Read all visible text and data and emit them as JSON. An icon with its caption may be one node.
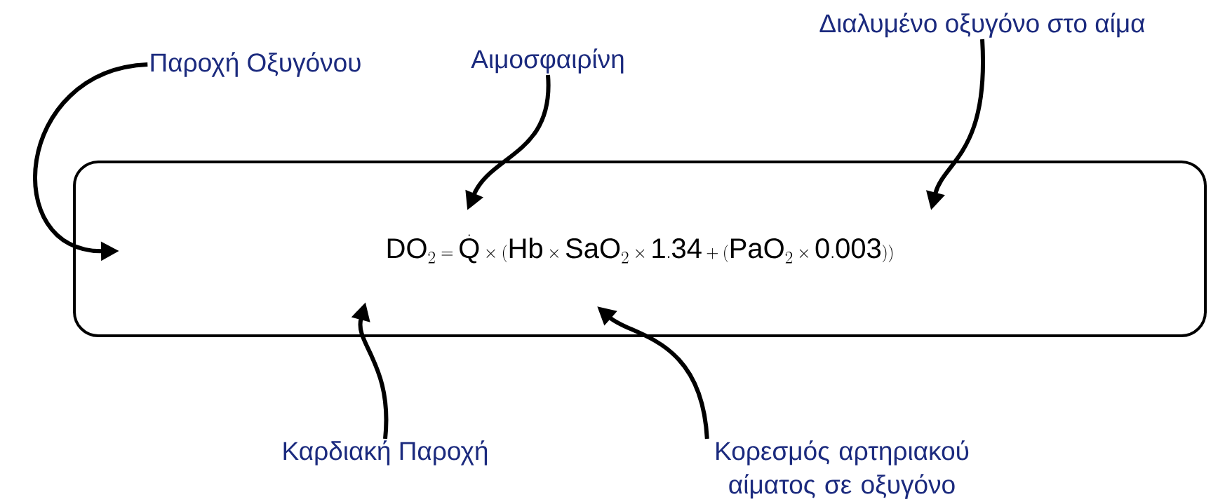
{
  "diagram": {
    "nodes": [
      {
        "text": [
          "\\mathrm{DO}_2 = \\dot{\\mathrm{Q}} \\times (\\mathrm{Hb} \\times \\mathrm{SaO}_2 \\times \\mathrm{1.34} + (\\mathrm{PaO}_2 \\times \\mathrm{0.003}))"
        ]
      },
      {
        "text": [
          "Παροχή Οξυγόνου"
        ]
      },
      {
        "text": [
          "Αιμοσφαιρίνη"
        ]
      },
      {
        "text": [
          "Διαλυμένο οξυγόνο στο αίμα"
        ]
      },
      {
        "text": [
          "Καρδιακή Παροχή"
        ]
      },
      {
        "text": [
          "Κορεσμός αρτηριακού αίματος σε οξυγόνο"
        ]
      }
    ],
    "edges": [
      {
        "from": 1,
        "to": 0,
        "arrow": "to"
      },
      {
        "from": 2,
        "to": 0,
        "arrow": "to"
      },
      {
        "from": 3,
        "to": 0,
        "arrow": "to"
      },
      {
        "from": 4,
        "to": 0,
        "arrow": "to"
      },
      {
        "from": 5,
        "to": 0,
        "arrow": "to"
      }
    ]
  }
}
